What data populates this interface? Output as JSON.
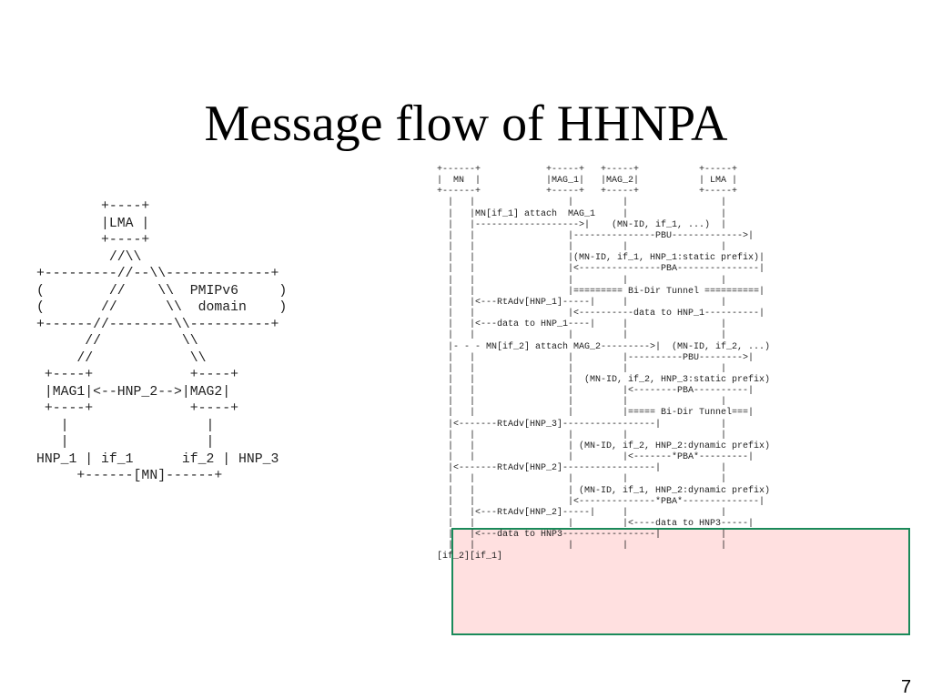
{
  "title": "Message flow of HHNPA",
  "page_number": "7",
  "colors": {
    "highlight_fill": "#ffd9d9",
    "highlight_border": "#1a8a5a"
  },
  "topology_lines": [
    "        +----+",
    "        |LMA |",
    "        +----+",
    "         //\\\\",
    "+---------//--\\\\-------------+",
    "(        //    \\\\  PMIPv6     )",
    "(       //      \\\\  domain    )",
    "+------//--------\\\\----------+",
    "      //          \\\\",
    "     //            \\\\",
    " +----+            +----+",
    " |MAG1|<--HNP_2-->|MAG2|",
    " +----+            +----+",
    "   |                 |",
    "   |                 |",
    "HNP_1 | if_1      if_2 | HNP_3",
    "     +------[MN]------+"
  ],
  "flow_lines": [
    "+------+            +-----+   +-----+           +-----+",
    "|  MN  |            |MAG_1|   |MAG_2|           | LMA |",
    "+------+            +-----+   +-----+           +-----+",
    "  |   |                 |         |                 |",
    "  |   |MN[if_1] attach  MAG_1     |                 |",
    "  |   |------------------->|    (MN-ID, if_1, ...)  |",
    "  |   |                 |---------------PBU------------->|",
    "  |   |                 |         |                 |",
    "  |   |                 |(MN-ID, if_1, HNP_1:static prefix)|",
    "  |   |                 |<---------------PBA---------------|",
    "  |   |                 |         |                 |",
    "  |   |                 |========= Bi-Dir Tunnel ==========|",
    "  |   |<---RtAdv[HNP_1]-----|     |                 |",
    "  |   |                 |<----------data to HNP_1----------|",
    "  |   |<---data to HNP_1----|     |                 |",
    "  |   |                 |         |                 |",
    "  |- - - MN[if_2] attach MAG_2--------->|  (MN-ID, if_2, ...)",
    "  |   |                 |         |----------PBU-------->|",
    "  |   |                 |         |                 |",
    "  |   |                 |  (MN-ID, if_2, HNP_3:static prefix)",
    "  |   |                 |         |<--------PBA----------|",
    "  |   |                 |         |                 |",
    "  |   |                 |         |===== Bi-Dir Tunnel===|",
    "  |<-------RtAdv[HNP_3]-----------------|           |",
    "  |   |                 |         |                 |",
    "  |   |                 | (MN-ID, if_2, HNP_2:dynamic prefix)",
    "  |   |                 |         |<-------*PBA*---------|",
    "  |<-------RtAdv[HNP_2]-----------------|           |",
    "  |   |                 |         |                 |",
    "  |   |                 | (MN-ID, if_1, HNP_2:dynamic prefix)",
    "  |   |                 |<--------------*PBA*--------------|",
    "  |   |<---RtAdv[HNP_2]-----|     |                 |",
    "  |   |                 |         |<----data to HNP3-----|",
    "  |   |<---data to HNP3-----------------|           |",
    "  |   |                 |         |                 |",
    "[if_2][if_1]"
  ]
}
